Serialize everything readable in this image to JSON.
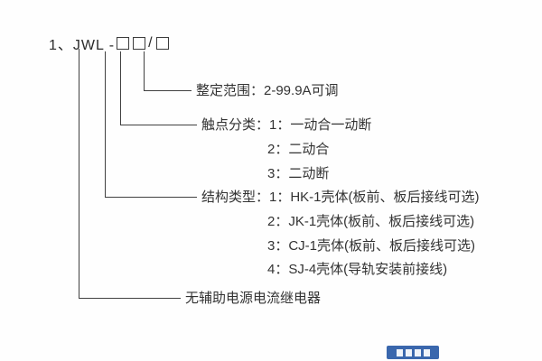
{
  "page": {
    "title_prefix": "1、JWL -",
    "slash": "/"
  },
  "labels": {
    "setting_range": "整定范围：2-99.9A可调",
    "contact_class": "触点分类：1：一动合一动断",
    "contact_options": [
      "2：二动合",
      "3：二动断"
    ],
    "structure_type": "结构类型：1：HK-1壳体(板前、板后接线可选)",
    "structure_options": [
      "2：JK-1壳体(板前、板后接线可选)",
      "3：CJ-1壳体(板前、板后接线可选)",
      "4：SJ-4壳体(导轨安装前接线)"
    ],
    "relay_name": "无辅助电源电流继电器"
  },
  "colors": {
    "line": "#404040",
    "text": "#333333",
    "watermark_bg": "#3a67ad"
  }
}
